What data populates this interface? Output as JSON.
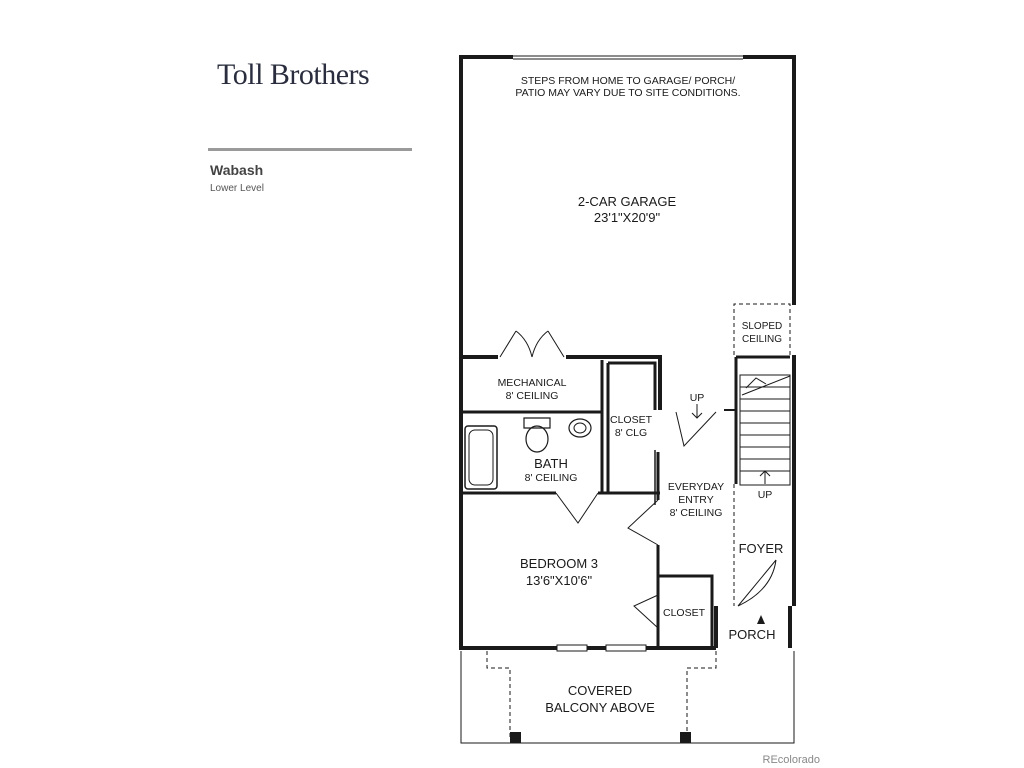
{
  "brand": {
    "name": "Toll Brothers"
  },
  "plan": {
    "name": "Wabash",
    "level": "Lower Level"
  },
  "notes": {
    "garage_steps_line1": "STEPS FROM HOME TO GARAGE/ PORCH/",
    "garage_steps_line2": "PATIO MAY VARY DUE TO SITE CONDITIONS."
  },
  "rooms": {
    "garage": {
      "name": "2-CAR GARAGE",
      "dims": "23'1\"X20'9\""
    },
    "sloped": {
      "line1": "SLOPED",
      "line2": "CEILING"
    },
    "mechanical": {
      "name": "MECHANICAL",
      "ceiling": "8' CEILING"
    },
    "closet_upper": {
      "name": "CLOSET",
      "ceiling": "8' CLG"
    },
    "bath": {
      "name": "BATH",
      "ceiling": "8' CEILING"
    },
    "everyday_entry": {
      "line1": "EVERYDAY",
      "line2": "ENTRY",
      "ceiling": "8' CEILING"
    },
    "up_entry": "UP",
    "up_stairs": "UP",
    "foyer": "FOYER",
    "bedroom3": {
      "name": "BEDROOM 3",
      "dims": "13'6\"X10'6\""
    },
    "closet_lower": "CLOSET",
    "porch": "PORCH",
    "balcony": {
      "line1": "COVERED",
      "line2": "BALCONY ABOVE"
    }
  },
  "watermark": "REcolorado"
}
